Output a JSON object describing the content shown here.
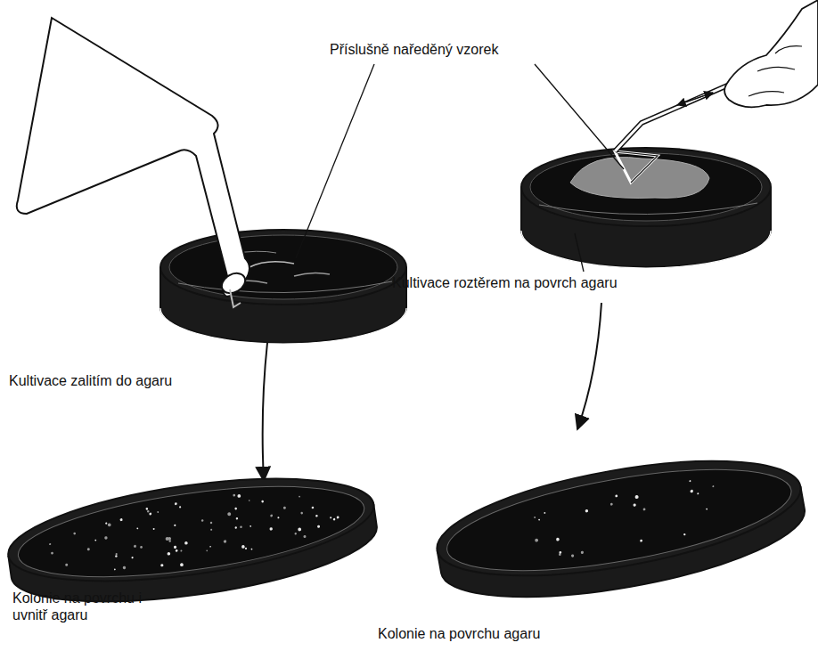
{
  "diagram": {
    "labels": [
      "Příslušně naředěný vzorek",
      "Kultivace roztěrem na povrch agaru",
      "Kultivace zalitím do agaru",
      "Kolonie na povrchu i uvnitř agaru",
      "Kolonie na povrchu agaru"
    ]
  }
}
